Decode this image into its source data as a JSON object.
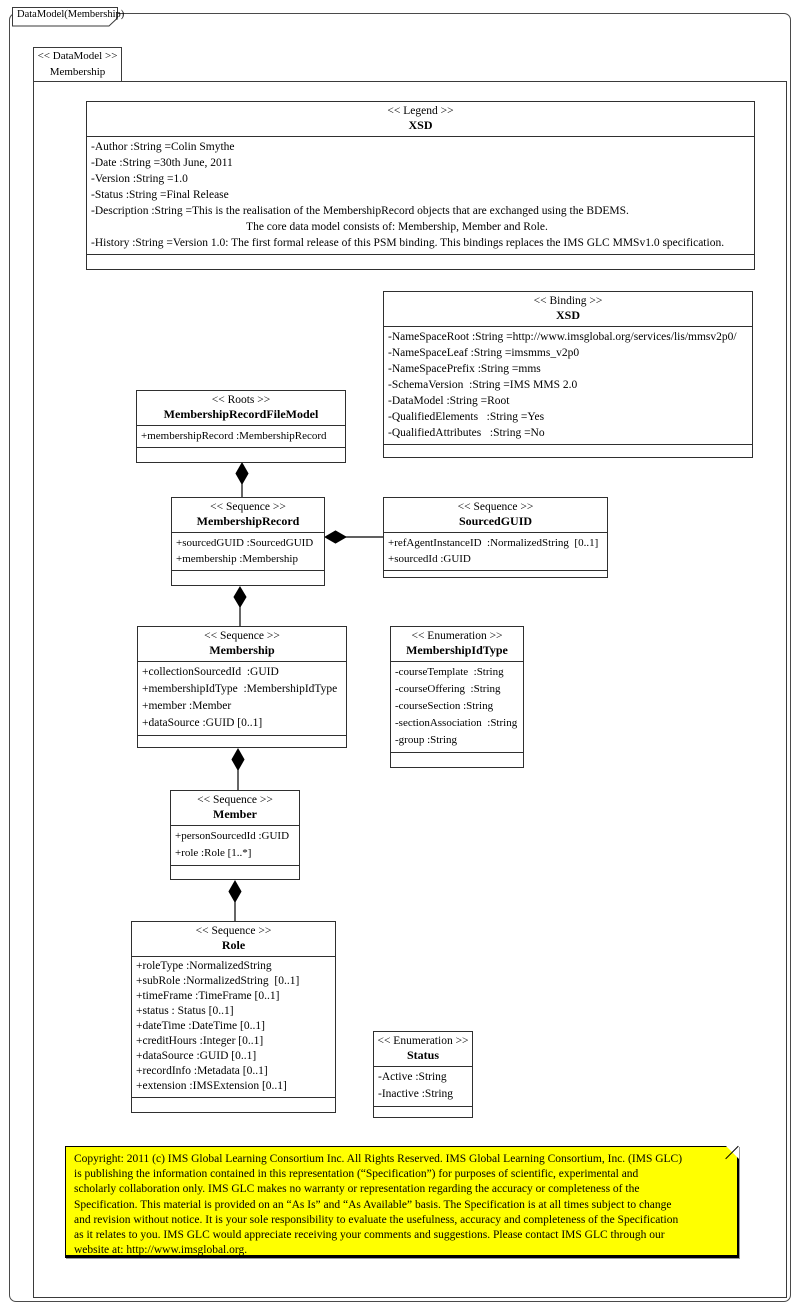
{
  "page": {
    "tab_label": "DataModel(Membership)"
  },
  "frame": {
    "stereotype": "<< DataModel >>",
    "name": "Membership"
  },
  "classes": {
    "legend": {
      "stereotype": "<< Legend >>",
      "name": "XSD",
      "attributes": [
        "-Author :String =Colin Smythe",
        "-Date :String =30th June, 2011",
        "-Version :String =1.0",
        "-Status :String =Final Release",
        "-Description :String =This is the realisation of the MembershipRecord objects that are exchanged using the BDEMS.",
        "                                                      The core data model consists of: Membership, Member and Role.",
        "-History :String =Version 1.0: The first formal release of this PSM binding. This bindings replaces the IMS GLC MMSv1.0 specification."
      ]
    },
    "binding": {
      "stereotype": "<< Binding  >>",
      "name": "XSD",
      "attributes": [
        "-NameSpaceRoot :String =http://www.imsglobal.org/services/lis/mmsv2p0/",
        "-NameSpaceLeaf :String =imsmms_v2p0",
        "-NameSpacePrefix :String =mms",
        "-SchemaVersion  :String =IMS MMS 2.0",
        "-DataModel :String =Root",
        "-QualifiedElements   :String =Yes",
        "-QualifiedAttributes   :String =No"
      ]
    },
    "roots": {
      "stereotype": "<< Roots >>",
      "name": "MembershipRecordFileModel",
      "attributes": [
        "+membershipRecord :MembershipRecord"
      ]
    },
    "membershipRecord": {
      "stereotype": "<< Sequence >>",
      "name": "MembershipRecord",
      "attributes": [
        "+sourcedGUID :SourcedGUID",
        "+membership :Membership"
      ]
    },
    "sourcedGUID": {
      "stereotype": "<< Sequence  >>",
      "name": "SourcedGUID",
      "attributes": [
        "+refAgentInstanceID  :NormalizedString  [0..1]",
        "+sourcedId :GUID"
      ]
    },
    "membership": {
      "stereotype": "<< Sequence >>",
      "name": "Membership",
      "attributes": [
        "+collectionSourcedId  :GUID",
        "+membershipIdType  :MembershipIdType",
        "+member :Member",
        "+dataSource :GUID [0..1]"
      ]
    },
    "membershipIdType": {
      "stereotype": "<< Enumeration  >>",
      "name": "MembershipIdType",
      "attributes": [
        "-courseTemplate  :String",
        "-courseOffering  :String",
        "-courseSection :String",
        "-sectionAssociation  :String",
        "-group :String"
      ]
    },
    "member": {
      "stereotype": "<< Sequence >>",
      "name": "Member",
      "attributes": [
        "+personSourcedId :GUID",
        "+role :Role [1..*]"
      ]
    },
    "role": {
      "stereotype": "<< Sequence  >>",
      "name": "Role",
      "attributes": [
        "+roleType :NormalizedString",
        "+subRole :NormalizedString  [0..1]",
        "+timeFrame :TimeFrame [0..1]",
        "+status : Status [0..1]",
        "+dateTime :DateTime [0..1]",
        "+creditHours :Integer [0..1]",
        "+dataSource :GUID [0..1]",
        "+recordInfo :Metadata [0..1]",
        "+extension :IMSExtension [0..1]"
      ]
    },
    "status": {
      "stereotype": "<< Enumeration   >>",
      "name": "Status",
      "attributes": [
        "-Active :String",
        "-Inactive :String"
      ]
    }
  },
  "note": {
    "bg_color": "#ffff00",
    "lines": [
      "Copyright: 2011 (c) IMS Global Learning Consortium Inc.   All Rights Reserved.   IMS Global Learning Consortium, Inc. (IMS GLC)",
      "is publishing the information contained in this representation (“Specification”) for purposes of scientific, experimental and",
      "scholarly collaboration only.   IMS GLC makes no warranty or representation regarding  the accuracy or completeness of the",
      "Specification.   This material is provided on an “As Is” and “As Available” basis.   The Specification is at all times subject to change",
      "and revision without notice.   It is your sole responsibility to evaluate the usefulness, accuracy and completeness of the Specification",
      "as it relates to you.   IMS GLC would appreciate receiving your comments and suggestions.   Please contact IMS GLC through our",
      "website at: http://www.imsglobal.org."
    ]
  }
}
